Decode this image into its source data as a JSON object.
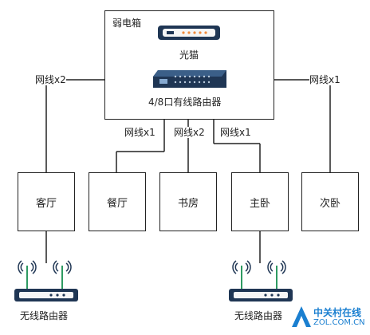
{
  "cabinet": {
    "title": "弱电箱"
  },
  "modem": {
    "label": "光猫"
  },
  "router": {
    "label": "4/8口有线路由器"
  },
  "links": {
    "living": "网线x2",
    "dining": "网线x1",
    "study": "网线x2",
    "master": "网线x1",
    "second": "网线x1"
  },
  "rooms": [
    "客厅",
    "餐厅",
    "书房",
    "主卧",
    "次卧"
  ],
  "wireless": {
    "living_label": "无线路由器",
    "master_label": "无线路由器"
  },
  "watermark": {
    "brand": "中关村在线",
    "url": "ZOL.COM.CN"
  },
  "colors": {
    "line": "#222222",
    "device_dark": "#1f3654",
    "led": "#f08a3c",
    "logo_blue": "#1a7fd0"
  }
}
